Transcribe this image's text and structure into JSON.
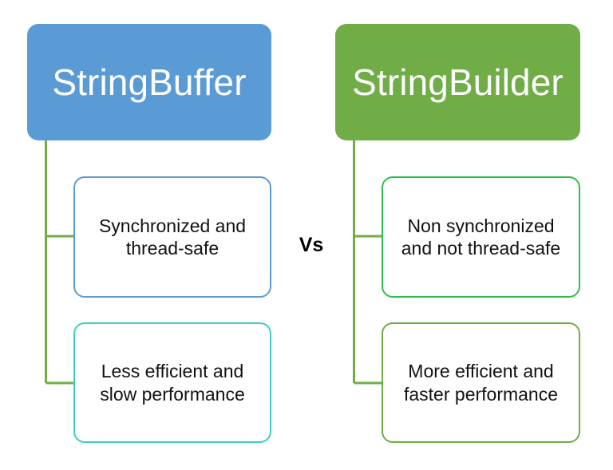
{
  "diagram": {
    "title_left": "StringBuffer",
    "title_right": "StringBuilder",
    "center_label": "Vs",
    "colors": {
      "left_root_fill": "#5B9BD5",
      "right_root_fill": "#70AD47",
      "connector": "#70AD47",
      "left_leaf_1_border": "#5B9BD5",
      "left_leaf_2_border": "#3DCFC4",
      "right_leaf_1_border": "#2DBE4E",
      "right_leaf_2_border": "#70AD47",
      "background": "#FFFFFF",
      "root_text": "#FFFFFF",
      "leaf_text": "#111111"
    },
    "left_branch": {
      "root": "StringBuffer",
      "items": [
        {
          "text": "Synchronized and thread-safe"
        },
        {
          "text": "Less efficient and slow performance"
        }
      ]
    },
    "right_branch": {
      "root": "StringBuilder",
      "items": [
        {
          "text": "Non synchronized and not thread-safe"
        },
        {
          "text": "More efficient and faster performance"
        }
      ]
    }
  }
}
